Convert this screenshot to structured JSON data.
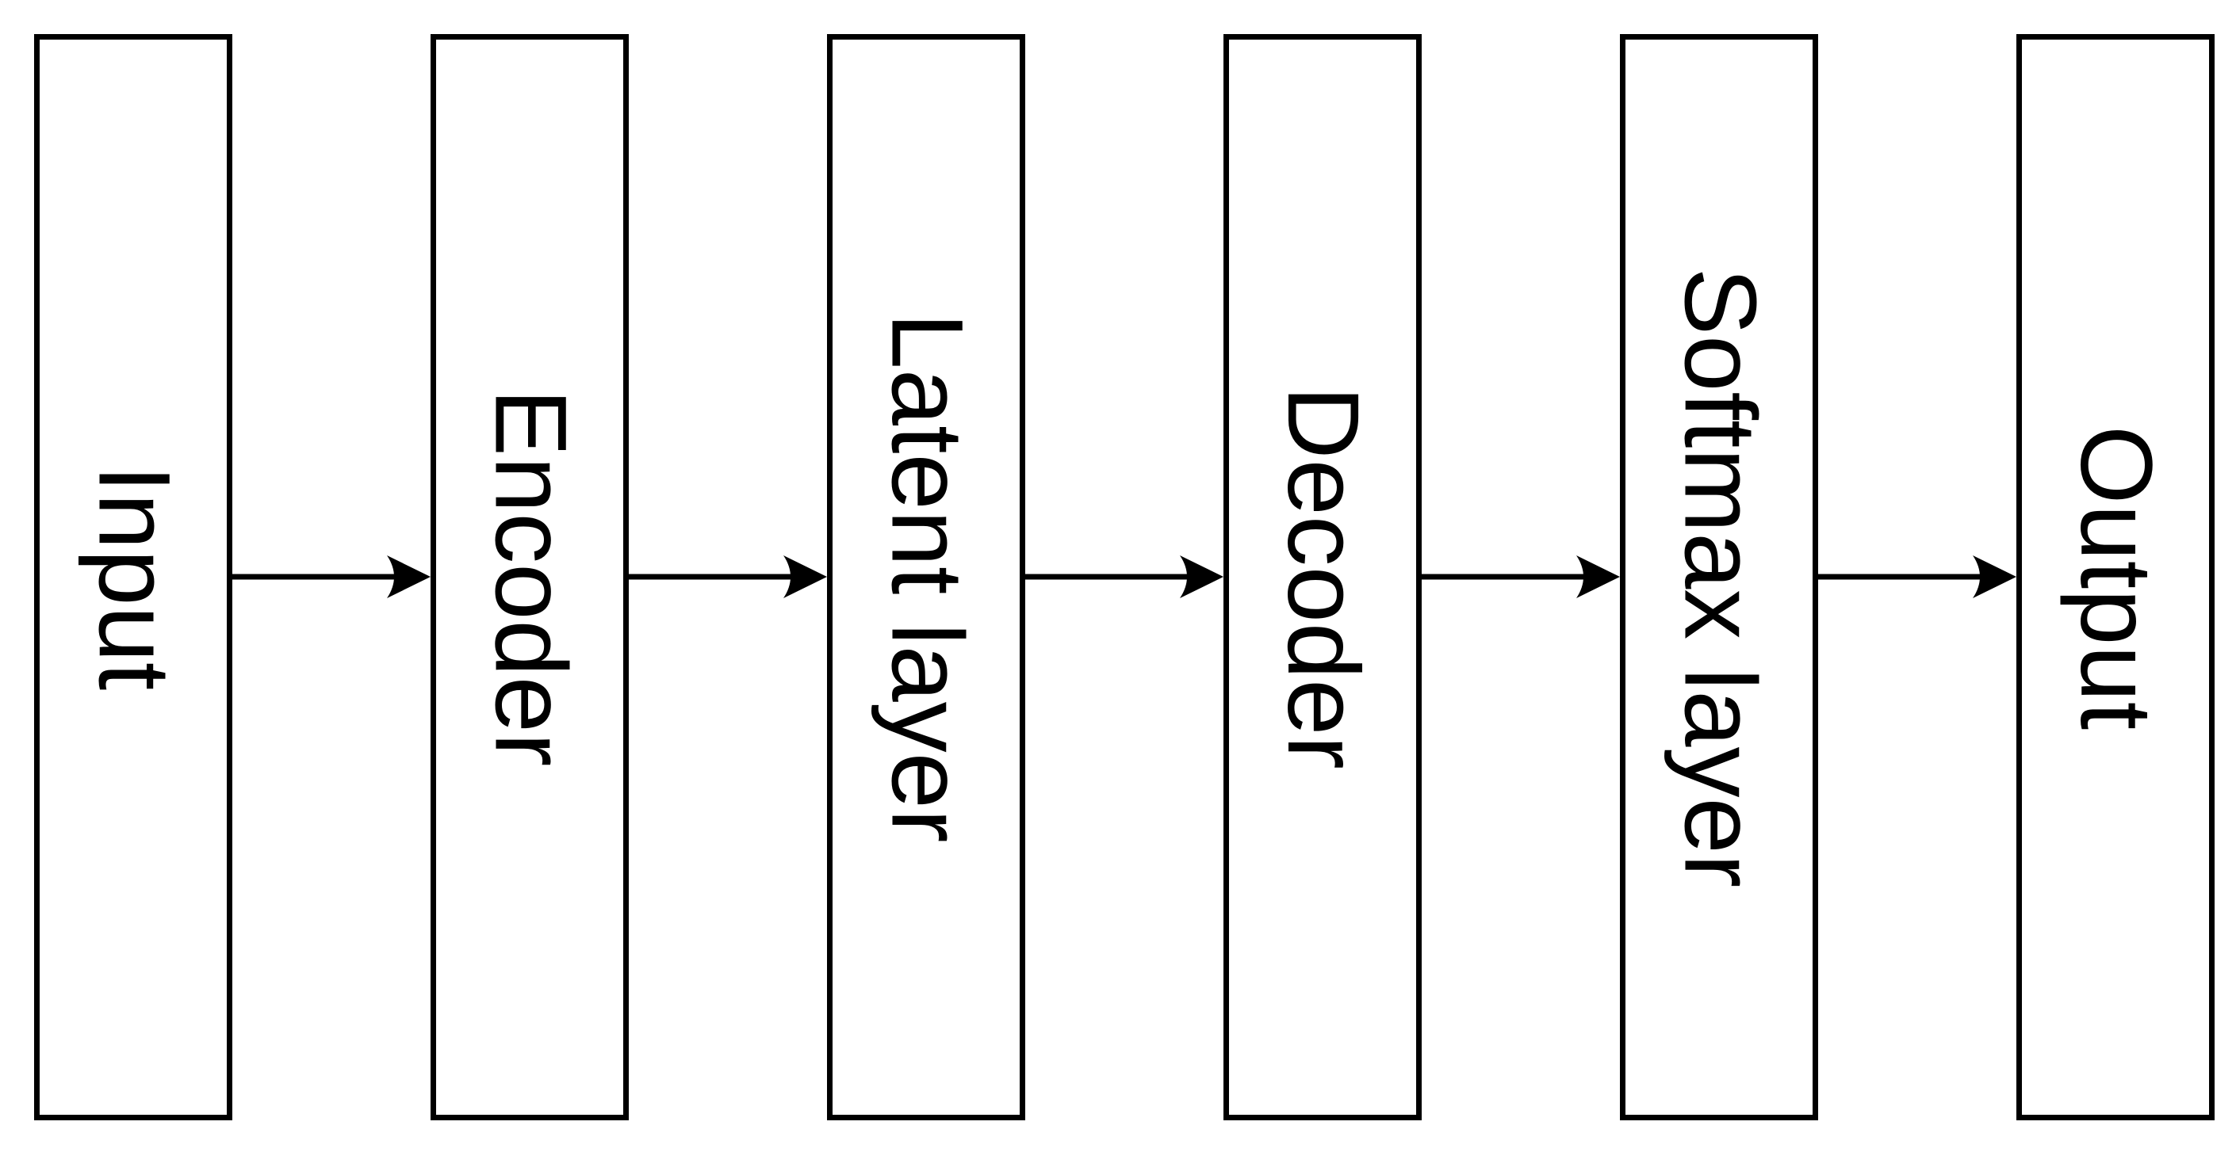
{
  "diagram": {
    "type": "flowchart",
    "direction": "left-to-right",
    "background_color": "#ffffff",
    "node_fill_color": "#ffffff",
    "node_border_color": "#000000",
    "text_color": "#000000",
    "arrow_color": "#000000",
    "nodes": [
      {
        "label": "Input"
      },
      {
        "label": "Encoder"
      },
      {
        "label": "Latent layer"
      },
      {
        "label": "Decoder"
      },
      {
        "label": "Softmax layer"
      },
      {
        "label": "Output"
      }
    ],
    "connectors": [
      {
        "from": "Input",
        "to": "Encoder"
      },
      {
        "from": "Encoder",
        "to": "Latent layer"
      },
      {
        "from": "Latent layer",
        "to": "Decoder"
      },
      {
        "from": "Decoder",
        "to": "Softmax layer"
      },
      {
        "from": "Softmax layer",
        "to": "Output"
      }
    ]
  }
}
